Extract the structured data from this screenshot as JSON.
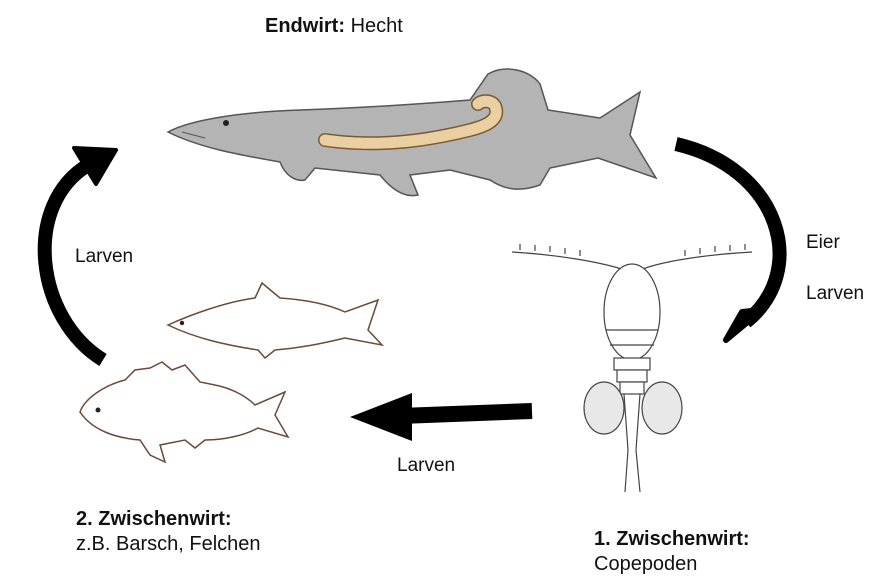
{
  "final_host": {
    "label": "Endwirt:",
    "name": "Hecht"
  },
  "host2": {
    "label": "2. Zwischenwirt:",
    "names": "z.B. Barsch, Felchen"
  },
  "host1": {
    "label": "1. Zwischenwirt:",
    "names": "Copepoden"
  },
  "arrows": {
    "right_top": "Eier",
    "right_bottom": "Larven",
    "left": "Larven",
    "bottom": "Larven"
  },
  "colors": {
    "pike_fill": "#b4b4b4",
    "worm_fill": "#e9cfa2",
    "arrow": "#000000"
  }
}
